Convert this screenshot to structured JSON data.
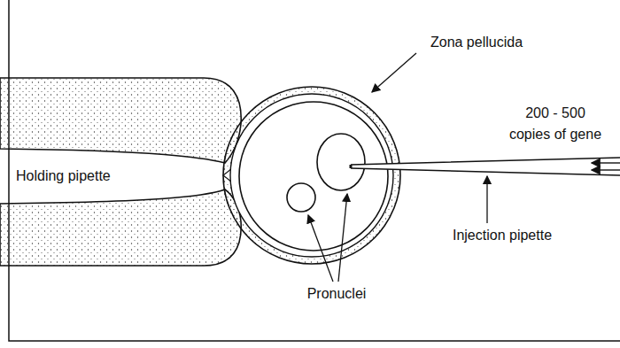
{
  "diagram": {
    "nodes": [
      {
        "text": [
          "Holding pipette"
        ]
      }
    ],
    "labels": [
      "Zona pellucida",
      "200 - 500 copies of gene",
      "Injection pipette",
      "Pronuclei"
    ]
  }
}
